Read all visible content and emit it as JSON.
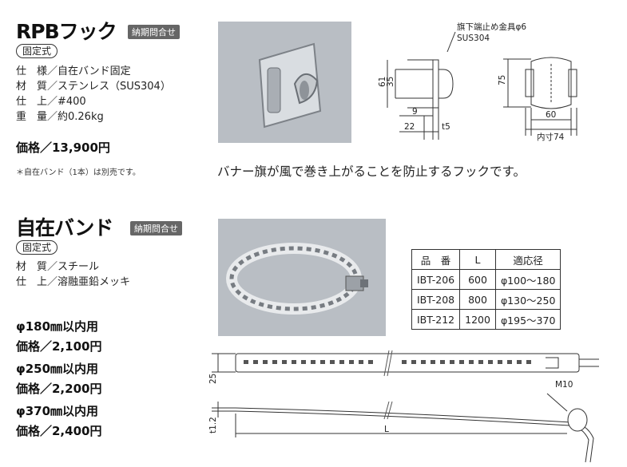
{
  "rpb": {
    "title": "RPBフック",
    "badge": "納期問合せ",
    "type_label": "固定式",
    "specs": [
      "仕　様／自在バンド固定",
      "材　質／ステンレス（SUS304）",
      "仕　上／#400",
      "重　量／約0.26kg"
    ],
    "price": "価格／13,900円",
    "note": "＊自在バンド（1本）は別売です。",
    "tagline": "バナー旗が風で巻き上がることを防止するフックです。",
    "drawing": {
      "material_label": "旗下端止め金具φ6",
      "material_sub": "SUS304",
      "dim_61": "61",
      "dim_35": "35",
      "dim_9": "9",
      "dim_22": "22",
      "dim_t5": "t5",
      "dim_75": "75",
      "dim_60": "60",
      "dim_inner": "内寸74"
    }
  },
  "band": {
    "title": "自在バンド",
    "badge": "納期問合せ",
    "type_label": "固定式",
    "specs": [
      "材　質／スチール",
      "仕　上／溶融亜鉛メッキ"
    ],
    "prices": [
      {
        "size": "φ180㎜以内用",
        "price": "価格／2,100円"
      },
      {
        "size": "φ250㎜以内用",
        "price": "価格／2,200円"
      },
      {
        "size": "φ370㎜以内用",
        "price": "価格／2,400円"
      }
    ],
    "table": {
      "headers": [
        "品　番",
        "L",
        "適応径"
      ],
      "rows": [
        [
          "IBT-206",
          "600",
          "φ100〜180"
        ],
        [
          "IBT-208",
          "800",
          "φ130〜250"
        ],
        [
          "IBT-212",
          "1200",
          "φ195〜370"
        ]
      ]
    },
    "drawing": {
      "dim_25": "25",
      "dim_m10": "M10",
      "dim_t12": "t1.2",
      "dim_L": "L"
    }
  }
}
